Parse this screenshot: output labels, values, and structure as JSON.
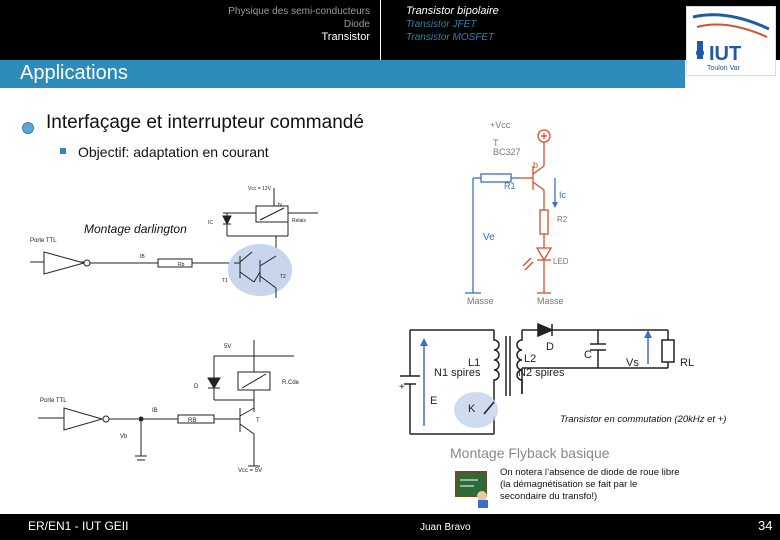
{
  "header": {
    "nav_left": [
      "Physique des semi-conducteurs",
      "Diode",
      "Transistor"
    ],
    "nav_right": [
      "Transistor bipolaire",
      "Transistor JFET",
      "Transistor MOSFET"
    ]
  },
  "logo": {
    "text": "IUT",
    "subtitle": "Toulon Var"
  },
  "section_title": "Applications",
  "bullet1": "Interfaçage et interrupteur commandé",
  "subbullet1": "Objectif: adaptation en courant",
  "darlington": {
    "caption": "Montage darlington",
    "labels": {
      "vcc": "Vcc = 12V",
      "porte": "Porte TTL",
      "ib": "IB",
      "rb": "Rb",
      "ic": "IC",
      "iv": "Iv",
      "rel": "Relais",
      "t1": "T1",
      "t2": "T2"
    }
  },
  "bjt_circuit": {
    "labels": {
      "vcc": "+Vcc",
      "t": "T",
      "model": "BC327",
      "b": "b",
      "r1": "R1",
      "ic": "Ic",
      "r2": "R2",
      "ve": "Ve",
      "led": "LED",
      "masse1": "Masse",
      "masse2": "Masse"
    }
  },
  "relay_circuit": {
    "labels": {
      "v5": "5V",
      "d": "D",
      "relais": "R.Cde",
      "porte": "Porte TTL",
      "ib": "IB",
      "rb": "RB",
      "t": "T",
      "vb": "Vb",
      "vcc": "Vcc = 5V"
    }
  },
  "flyback": {
    "labels": {
      "l1": "L1",
      "n1": "N1 spires",
      "l2": "L2",
      "n2": "N2 spires",
      "d": "D",
      "c": "C",
      "vs": "Vs",
      "rl": "RL",
      "e": "E",
      "k": "K",
      "plus": "+"
    },
    "title": "Montage Flyback basique",
    "caption": "Transistor en commutation (20kHz et +)"
  },
  "note": "On notera l’absence de diode de roue libre (la démagnétisation se fait par le secondaire du transfo!)",
  "footer": {
    "left": "ER/EN1 - IUT GEII",
    "center": "Juan Bravo",
    "page": "34"
  },
  "colors": {
    "accent": "#2c8bb8",
    "bar": "#000000"
  }
}
